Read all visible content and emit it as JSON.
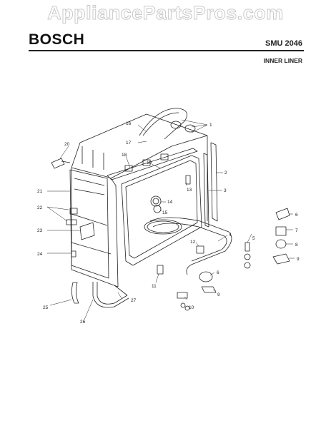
{
  "watermark": "AppliancePartsPros.com",
  "header": {
    "brand": "BOSCH",
    "model": "SMU 2046",
    "section": "INNER LINER"
  },
  "callouts": [
    "1",
    "2",
    "3",
    "4",
    "5",
    "6",
    "7",
    "8",
    "9",
    "6",
    "9",
    "10",
    "11",
    "12",
    "13",
    "14",
    "15",
    "16",
    "17",
    "18",
    "19",
    "20",
    "21",
    "22",
    "23",
    "24",
    "25",
    "26",
    "27"
  ]
}
